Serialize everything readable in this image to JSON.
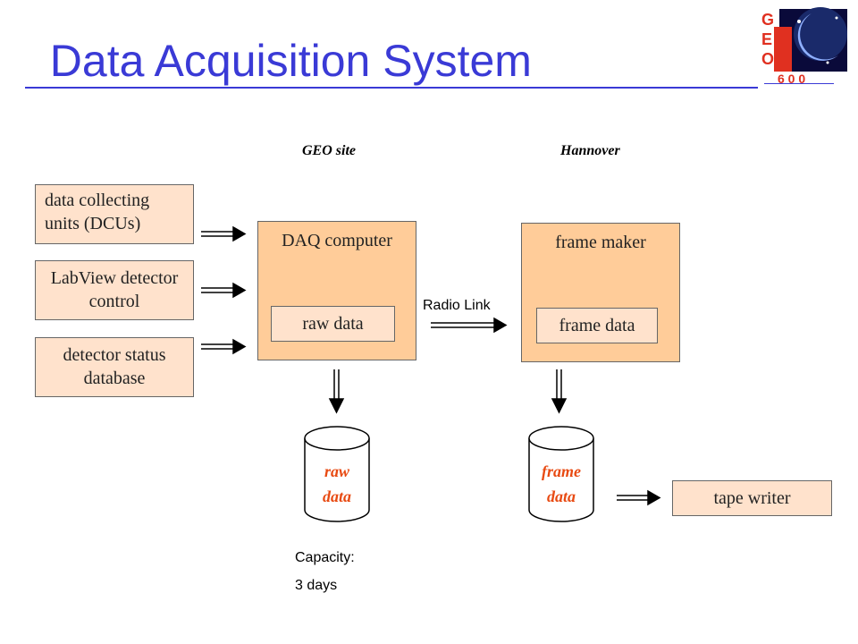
{
  "title": "  Data Acquisition System",
  "logo": {
    "letters": [
      "G",
      "E",
      "O"
    ],
    "number": "6 0 0"
  },
  "headers": {
    "site": "GEO site",
    "remote": "Hannover"
  },
  "inputs": [
    {
      "label": "data collecting units (DCUs)"
    },
    {
      "label": "LabView detector control"
    },
    {
      "label": "detector status database"
    }
  ],
  "daq": {
    "label": "DAQ computer",
    "inner": "raw data"
  },
  "radio_link": "Radio Link",
  "frame_maker": {
    "label": "frame maker",
    "inner": "frame data"
  },
  "storage": {
    "raw": {
      "line1": "raw",
      "line2": "data"
    },
    "frame": {
      "line1": "frame",
      "line2": "data"
    }
  },
  "tape_writer": "tape writer",
  "capacity": {
    "line1": "Capacity:",
    "line2": "3 days"
  },
  "colors": {
    "title": "#3a3ad6",
    "box_light": "#ffe2cc",
    "box_dark": "#ffcc99",
    "db_text": "#e84a12"
  }
}
